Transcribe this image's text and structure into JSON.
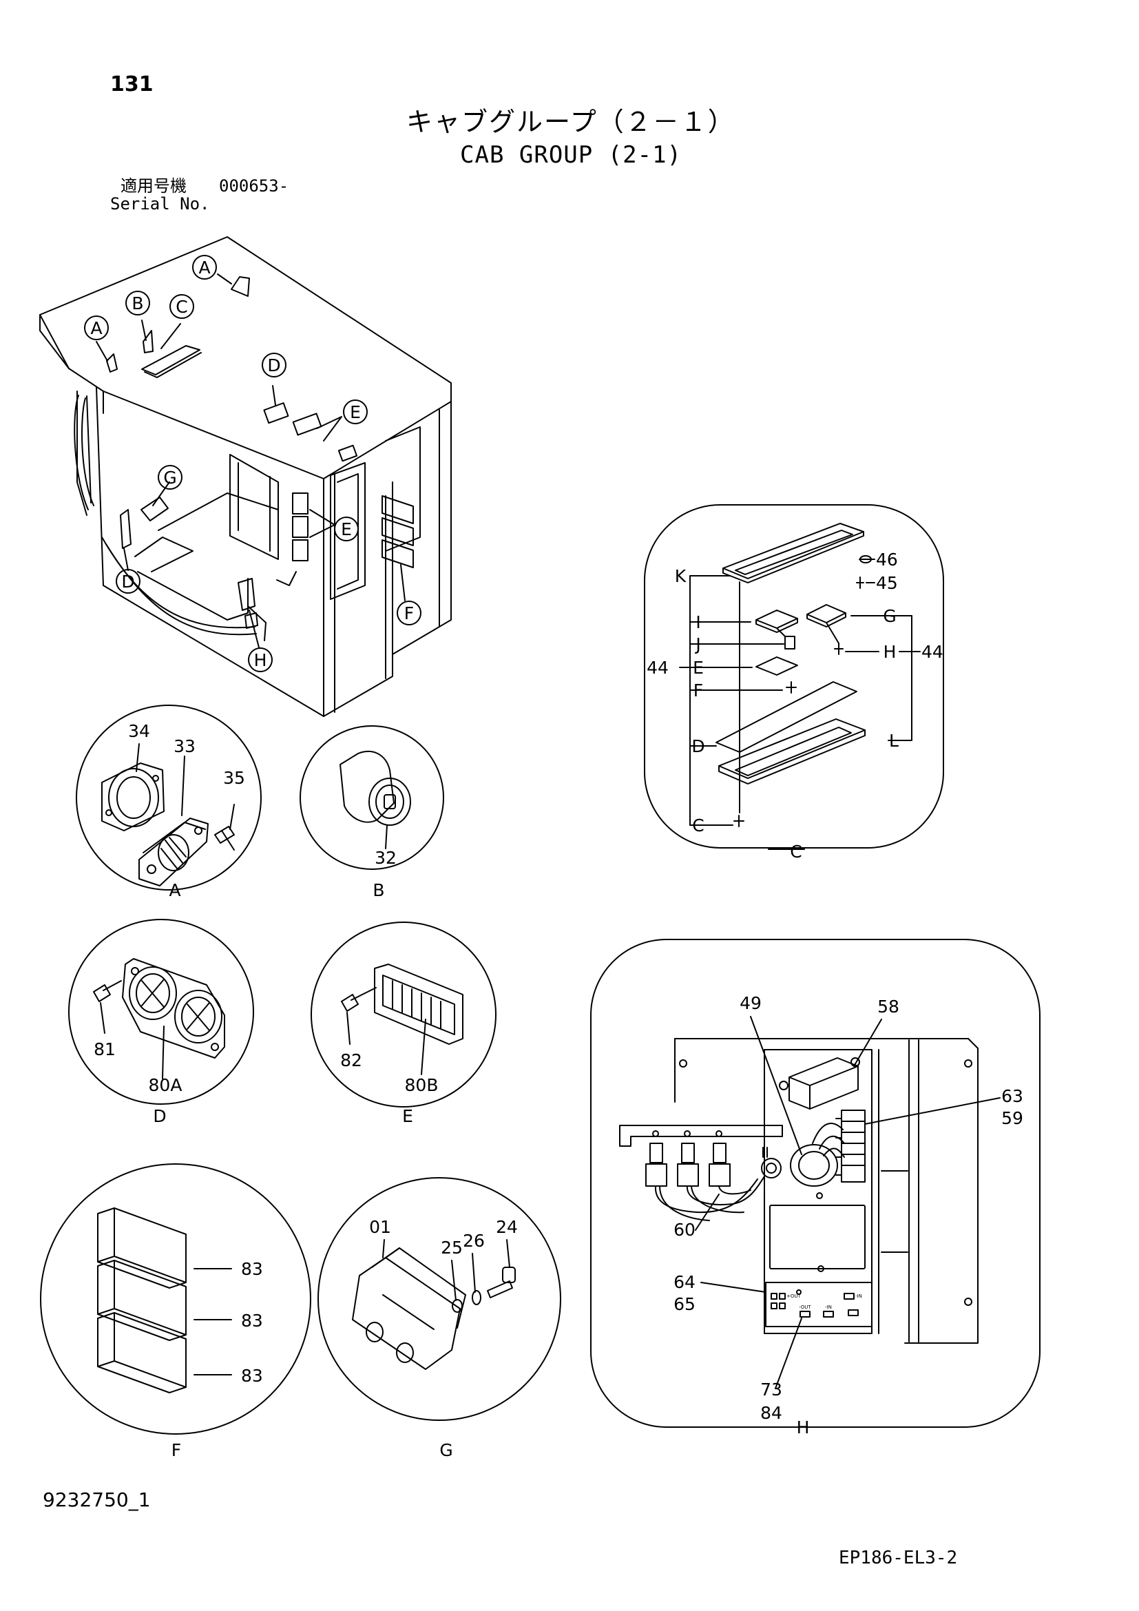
{
  "header": {
    "page_number": "131",
    "title_jp": "キャブグループ（２－１）",
    "title_en": "CAB GROUP (2-1)",
    "serial_label_jp": "適用号機",
    "serial_value": "000653-",
    "serial_label_en": "Serial No."
  },
  "footer": {
    "doc_id": "9232750_1",
    "plate_code": "EP186-EL3-2"
  },
  "overview_callouts": [
    "A",
    "A",
    "B",
    "C",
    "D",
    "D",
    "E",
    "E",
    "F",
    "G",
    "H"
  ],
  "detail_A": {
    "view": "A",
    "parts": [
      "34",
      "33",
      "35"
    ]
  },
  "detail_B": {
    "view": "B",
    "parts": [
      "32"
    ]
  },
  "detail_C": {
    "view": "C",
    "left_letters": [
      "K",
      "I",
      "J",
      "E",
      "F",
      "D",
      "C"
    ],
    "right_letters": [
      "G",
      "H",
      "L"
    ],
    "parts": [
      "46",
      "45",
      "44",
      "44"
    ]
  },
  "detail_D": {
    "view": "D",
    "parts": [
      "81",
      "80A"
    ]
  },
  "detail_E": {
    "view": "E",
    "parts": [
      "82",
      "80B"
    ]
  },
  "detail_F": {
    "view": "F",
    "parts": [
      "83",
      "83",
      "83"
    ]
  },
  "detail_G": {
    "view": "G",
    "parts": [
      "01",
      "25",
      "26",
      "24"
    ]
  },
  "detail_H": {
    "view": "H",
    "parts": [
      "49",
      "58",
      "63",
      "59",
      "60",
      "64",
      "65",
      "73",
      "84"
    ],
    "panel_marks": [
      "+OUT",
      "-IN",
      "-OUT",
      "-IN"
    ]
  }
}
